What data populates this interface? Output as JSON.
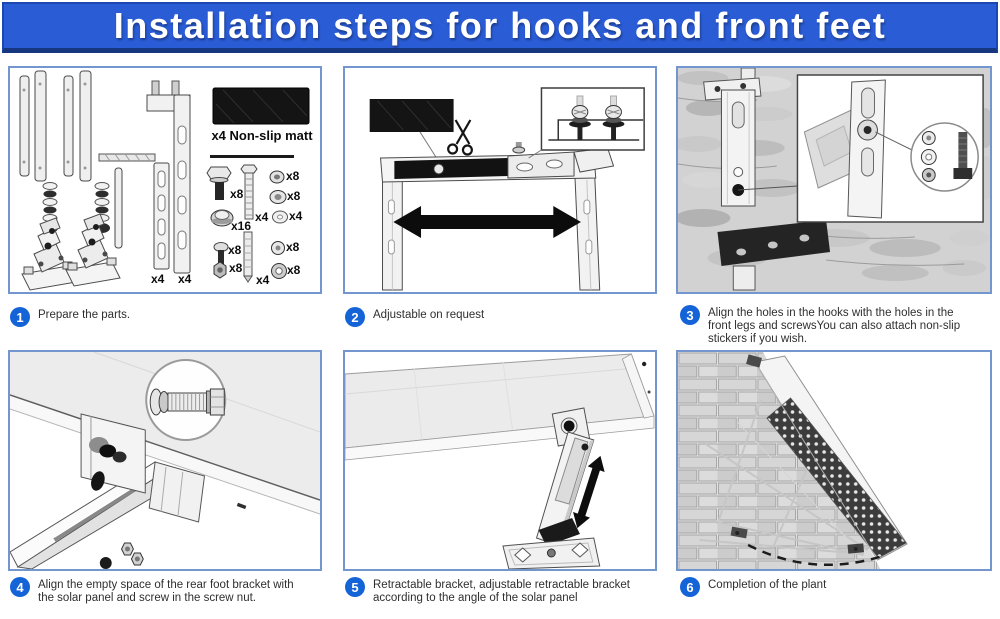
{
  "title": "Installation steps for hooks and front feet",
  "colors": {
    "banner_blue": "#2a5cd6",
    "banner_border": "#16377f",
    "panel_border": "#7496cf",
    "badge_blue": "#1464d8",
    "mat_black": "#141414"
  },
  "steps": [
    {
      "num": "1",
      "caption": "Prepare the parts."
    },
    {
      "num": "2",
      "caption": "Adjustable on request"
    },
    {
      "num": "3",
      "caption": "Align the holes in the hooks with the holes in the front legs and screwsYou can also attach non-slip stickers if you wish."
    },
    {
      "num": "4",
      "caption": "Align the empty space of the rear foot bracket with the solar panel and screw in the screw nut."
    },
    {
      "num": "5",
      "caption": "Retractable bracket, adjustable retractable bracket according to the angle of the solar panel"
    },
    {
      "num": "6",
      "caption": "Completion of the plant"
    }
  ],
  "parts": {
    "mat_label": "x4 Non-slip matt",
    "bracket_counts": [
      "x4",
      "x4"
    ],
    "hardware_counts": {
      "hex_bolt": "x8",
      "long_bolt": "x4",
      "flange_nut_small": "x8",
      "flange_nut_large": "x8",
      "cap_nut": "x16",
      "washer_flat": "x4",
      "pan_head_screw": "x8",
      "hex_nut": "x8",
      "expansion_anchor": "x4",
      "lock_nut": "x8",
      "washer_large": "x8"
    }
  }
}
